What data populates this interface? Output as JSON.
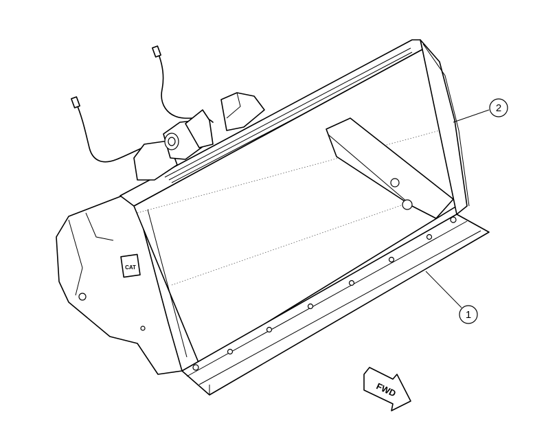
{
  "callouts": [
    {
      "id": "callout-1",
      "label": "1"
    },
    {
      "id": "callout-2",
      "label": "2"
    }
  ],
  "direction_arrow": {
    "label": "FWD"
  },
  "logo": {
    "label": "CAT"
  }
}
